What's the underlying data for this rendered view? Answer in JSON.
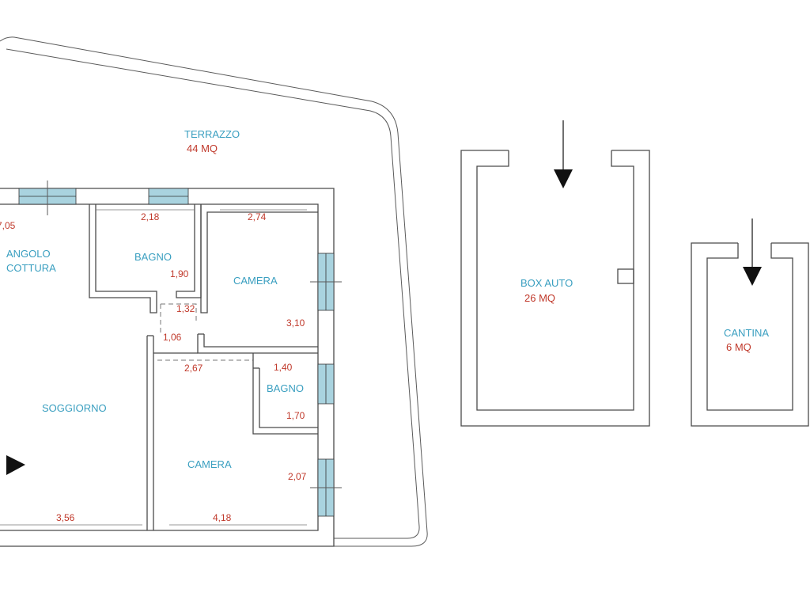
{
  "colors": {
    "room_label": "#3a9fc0",
    "dimension": "#c0392b",
    "window_fill": "#a9d3df",
    "wall": "#4a4a4a"
  },
  "rooms": {
    "terrazzo": {
      "name": "TERRAZZO",
      "area": "44 MQ"
    },
    "angolo_cottura": {
      "line1": "ANGOLO",
      "line2": "COTTURA"
    },
    "bagno_1": "BAGNO",
    "camera_1": "CAMERA",
    "soggiorno": "SOGGIORNO",
    "camera_2": "CAMERA",
    "bagno_2": "BAGNO",
    "box_auto": {
      "name": "BOX AUTO",
      "area": "26 MQ"
    },
    "cantina": {
      "name": "CANTINA",
      "area": "6 MQ"
    }
  },
  "dimensions": {
    "angolo_width": "7,05",
    "bagno1_width": "2,18",
    "bagno1_depth": "1,90",
    "camera1_width": "2,74",
    "camera1_depth": "3,10",
    "disimpegno_width": "1,32",
    "disimpegno_depth": "1,06",
    "corridor_length": "2,67",
    "bagno2_width": "1,40",
    "bagno2_depth": "1,70",
    "camera2_depth": "2,07",
    "soggiorno_width": "3,56",
    "camera2_width": "4,18"
  },
  "icons": {
    "entrance": "entrance-arrow-icon",
    "box_access": "down-arrow-icon",
    "cantina_access": "down-arrow-icon"
  }
}
